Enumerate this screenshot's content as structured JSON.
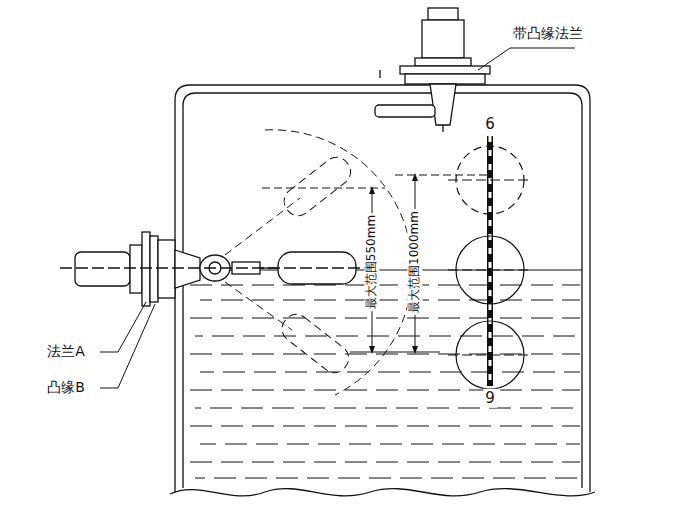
{
  "diagram": {
    "labels": [
      "带凸缘法兰",
      "6",
      "9",
      "最大范围550mm",
      "最大范围1000mm",
      "法兰A",
      "凸缘B"
    ]
  }
}
